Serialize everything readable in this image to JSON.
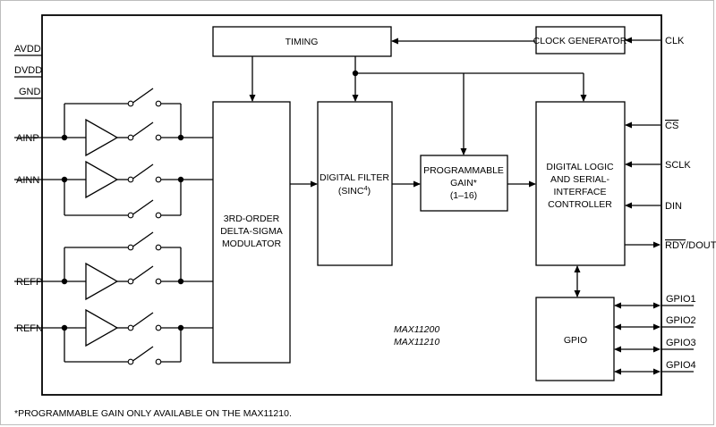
{
  "blocks": {
    "timing": "TIMING",
    "clock_generator": "CLOCK GENERATOR",
    "modulator": [
      "3RD-ORDER",
      "DELTA-SIGMA",
      "MODULATOR"
    ],
    "digital_filter": [
      "DIGITAL FILTER",
      "(SINC",
      "4",
      ")"
    ],
    "pga": [
      "PROGRAMMABLE",
      "GAIN*",
      "(1–16)"
    ],
    "logic": [
      "DIGITAL LOGIC",
      "AND SERIAL-",
      "INTERFACE",
      "CONTROLLER"
    ],
    "gpio": "GPIO"
  },
  "pins_left": {
    "avdd": "AVDD",
    "dvdd": "DVDD",
    "gnd": "GND",
    "ainp": "AINP",
    "ainn": "AINN",
    "refp": "REFP",
    "refn": "REFN"
  },
  "pins_right": {
    "clk": "CLK",
    "cs": "CS",
    "sclk": "SCLK",
    "din": "DIN",
    "rdy": "RDY",
    "dout": "/DOUT",
    "gpio1": "GPIO1",
    "gpio2": "GPIO2",
    "gpio3": "GPIO3",
    "gpio4": "GPIO4"
  },
  "part_numbers": [
    "MAX11200",
    "MAX11210"
  ],
  "footnote": "*PROGRAMMABLE GAIN ONLY AVAILABLE ON THE MAX11210."
}
